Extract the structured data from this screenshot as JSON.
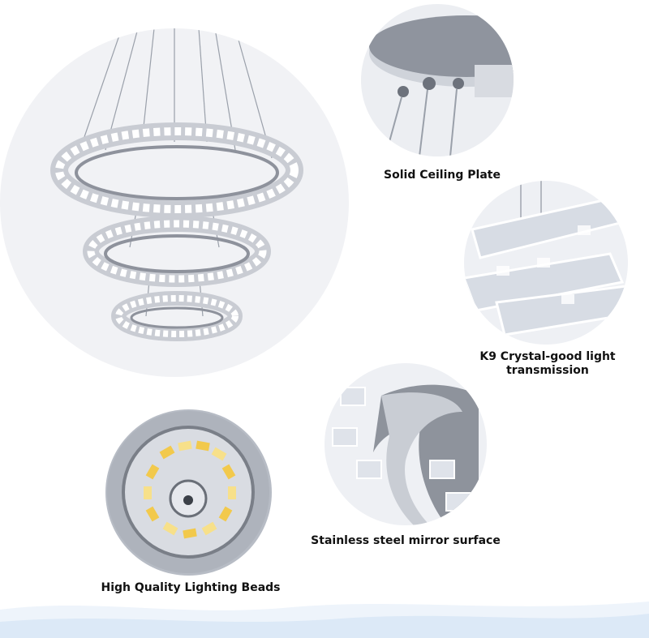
{
  "features": [
    {
      "label": "Solid Ceiling Plate"
    },
    {
      "label": "K9 Crystal-good light transmission",
      "line1": "K9 Crystal-good light",
      "line2": "transmission"
    },
    {
      "label": "Stainless steel mirror surface",
      "text": "Stainless steel mirror surface"
    },
    {
      "label": "High Quality Lighting Beads"
    }
  ],
  "colors": {
    "wave": "#dce9f7",
    "wave_light": "#eef4fb",
    "circle_bg": "#f1f2f5"
  }
}
